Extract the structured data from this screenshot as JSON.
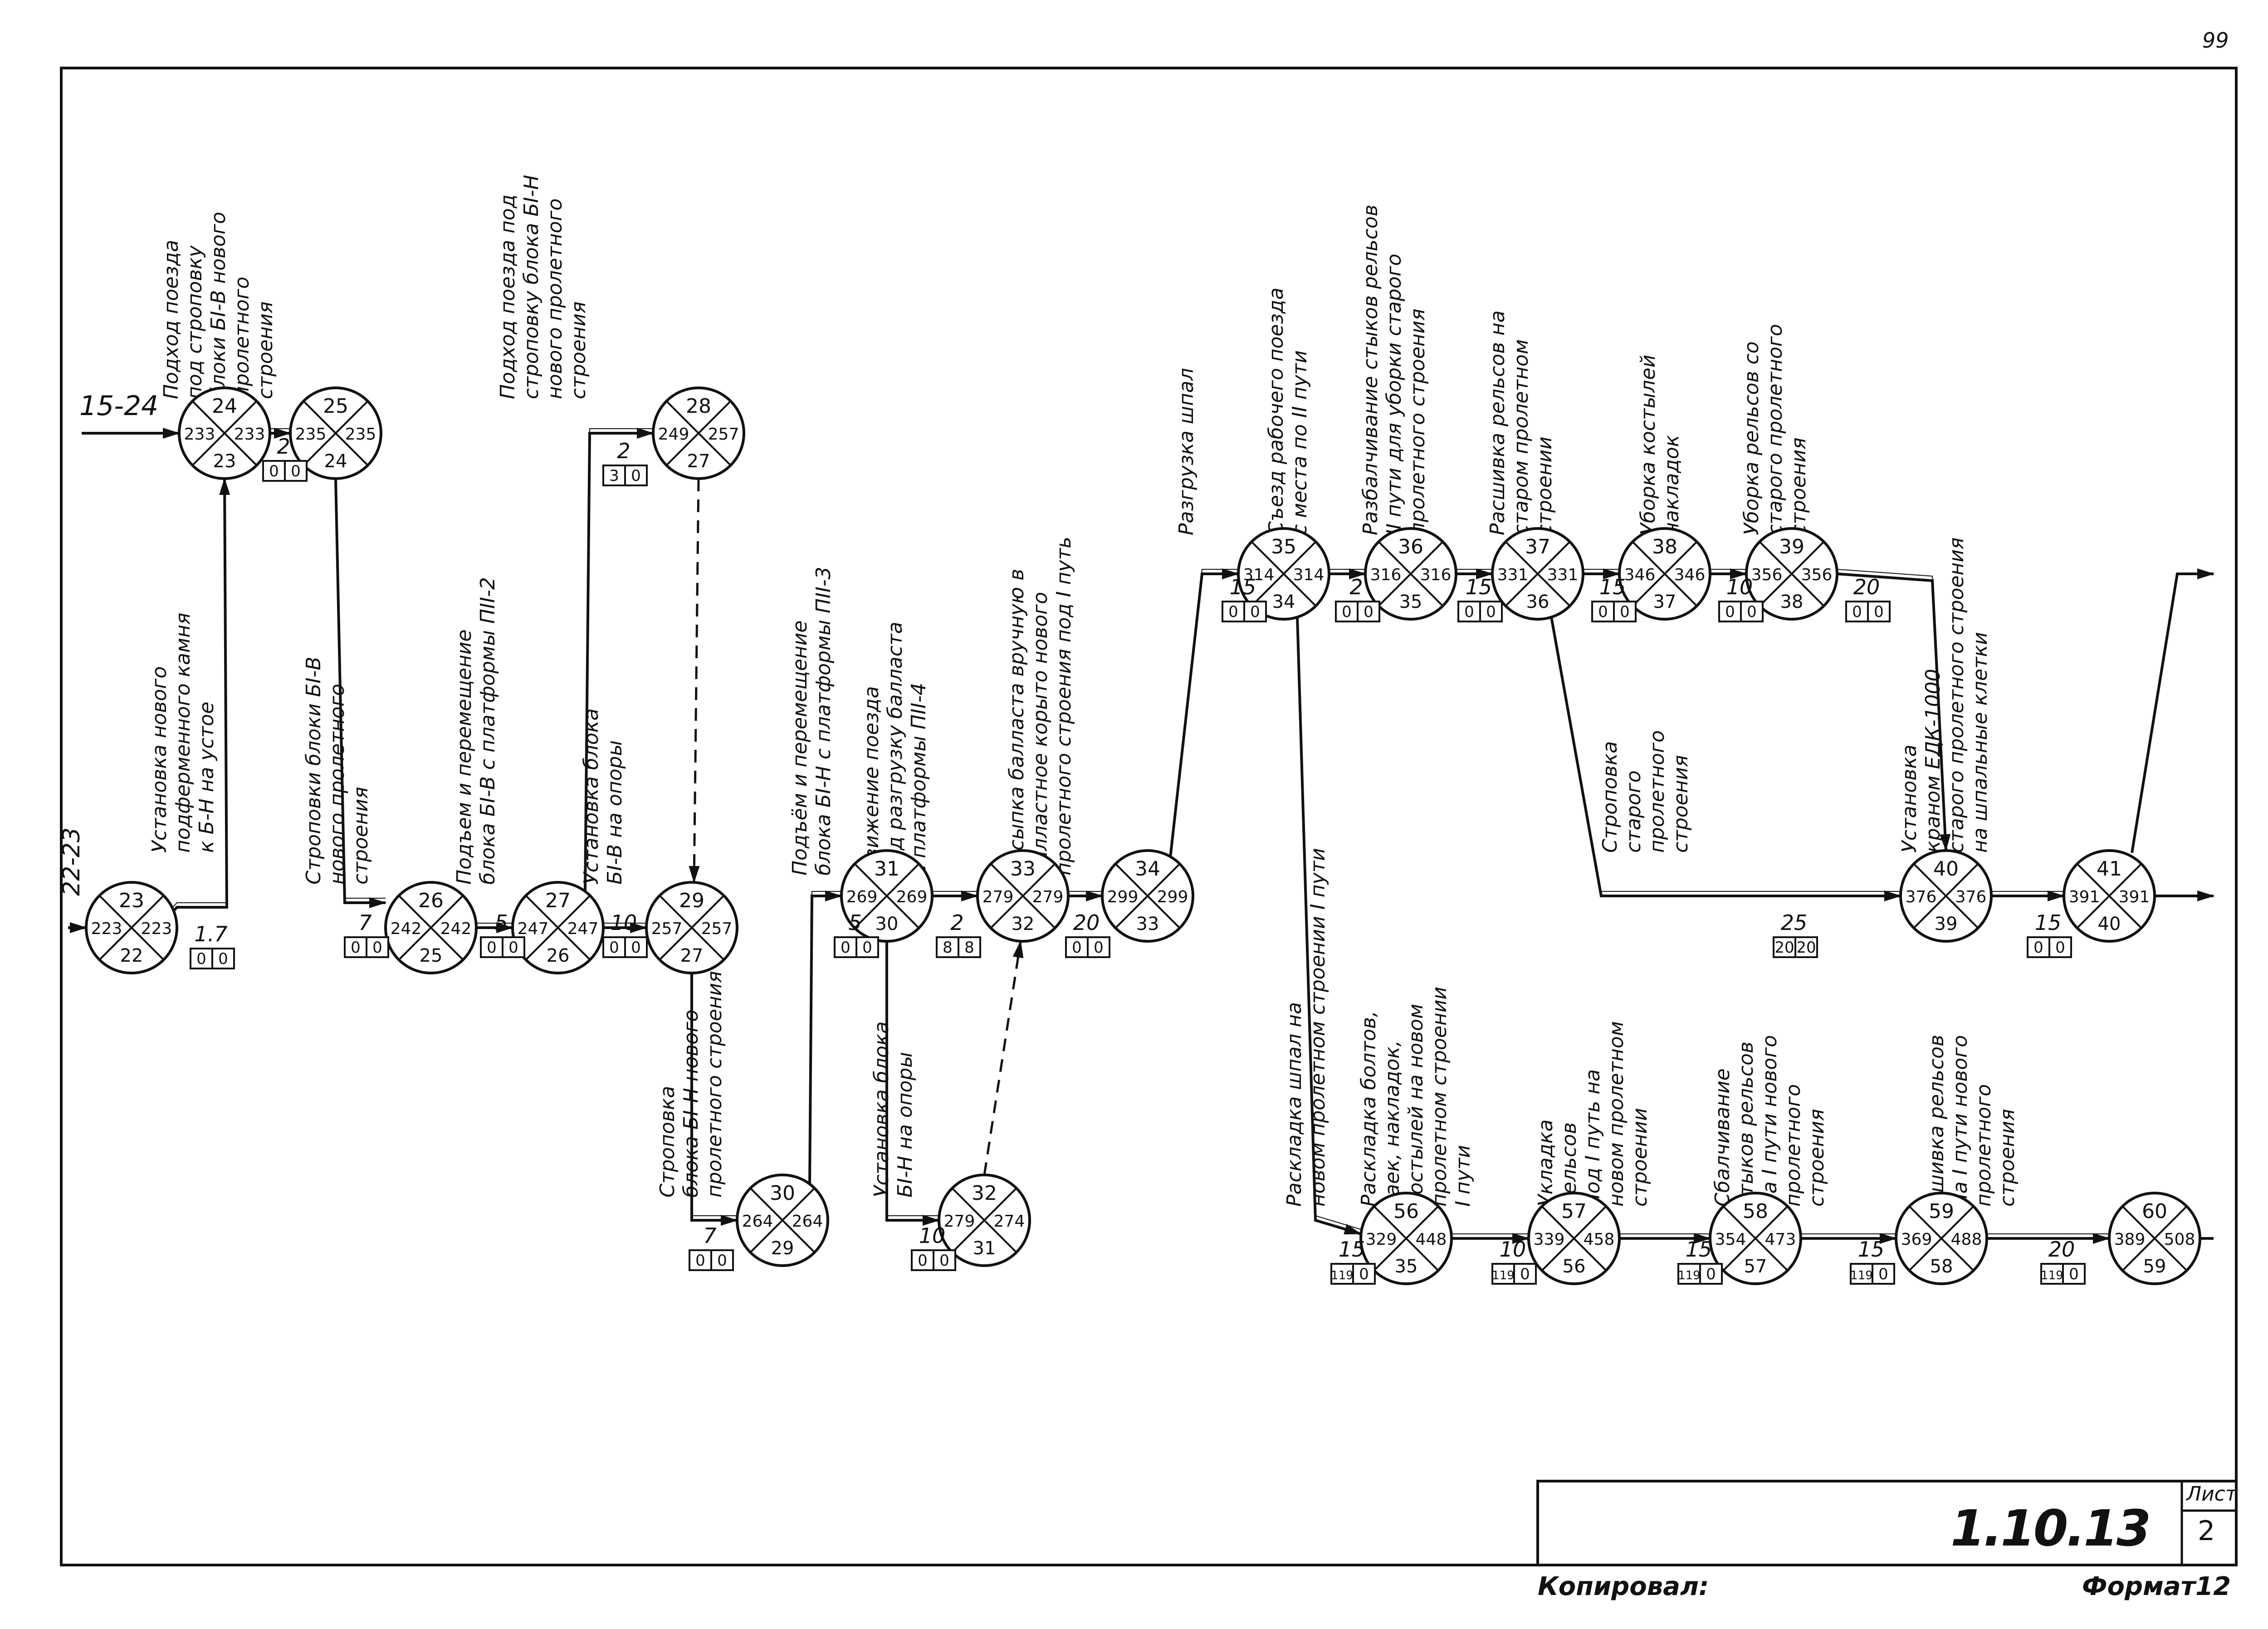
{
  "sheet": {
    "page_number": "99",
    "doc_code": "1.10.13",
    "sheet_label": "Лист",
    "sheet_number": "2",
    "copied_label": "Копировал:",
    "format_label": "Формат12"
  },
  "incoming": [
    {
      "id": "in-15-24",
      "label": "15-24"
    },
    {
      "id": "in-22-23",
      "label": "22-23"
    }
  ],
  "events": [
    {
      "id": "e23",
      "n": "23",
      "left": "223",
      "right": "223",
      "bottom": "22"
    },
    {
      "id": "e24",
      "n": "24",
      "left": "233",
      "right": "233",
      "bottom": "23"
    },
    {
      "id": "e25",
      "n": "25",
      "left": "235",
      "right": "235",
      "bottom": "24"
    },
    {
      "id": "e26",
      "n": "26",
      "left": "242",
      "right": "242",
      "bottom": "25"
    },
    {
      "id": "e27",
      "n": "27",
      "left": "247",
      "right": "247",
      "bottom": "26"
    },
    {
      "id": "e28",
      "n": "28",
      "left": "249",
      "right": "257",
      "bottom": "27"
    },
    {
      "id": "e29",
      "n": "29",
      "left": "257",
      "right": "257",
      "bottom": "27"
    },
    {
      "id": "e30",
      "n": "30",
      "left": "264",
      "right": "264",
      "bottom": "29"
    },
    {
      "id": "e31",
      "n": "31",
      "left": "269",
      "right": "269",
      "bottom": "30"
    },
    {
      "id": "e32",
      "n": "32",
      "left": "279",
      "right": "274",
      "bottom": "31"
    },
    {
      "id": "e33",
      "n": "33",
      "left": "279",
      "right": "279",
      "bottom": "32"
    },
    {
      "id": "e34",
      "n": "34",
      "left": "299",
      "right": "299",
      "bottom": "33"
    },
    {
      "id": "e35",
      "n": "35",
      "left": "314",
      "right": "314",
      "bottom": "34"
    },
    {
      "id": "e36",
      "n": "36",
      "left": "316",
      "right": "316",
      "bottom": "35"
    },
    {
      "id": "e37",
      "n": "37",
      "left": "331",
      "right": "331",
      "bottom": "36"
    },
    {
      "id": "e38",
      "n": "38",
      "left": "346",
      "right": "346",
      "bottom": "37"
    },
    {
      "id": "e39",
      "n": "39",
      "left": "356",
      "right": "356",
      "bottom": "38"
    },
    {
      "id": "e40",
      "n": "40",
      "left": "376",
      "right": "376",
      "bottom": "39"
    },
    {
      "id": "e41",
      "n": "41",
      "left": "391",
      "right": "391",
      "bottom": "40"
    },
    {
      "id": "e56",
      "n": "56",
      "left": "329",
      "right": "448",
      "bottom": "35"
    },
    {
      "id": "e57",
      "n": "57",
      "left": "339",
      "right": "458",
      "bottom": "56"
    },
    {
      "id": "e58",
      "n": "58",
      "left": "354",
      "right": "473",
      "bottom": "57"
    },
    {
      "id": "e59",
      "n": "59",
      "left": "369",
      "right": "488",
      "bottom": "58"
    },
    {
      "id": "e60",
      "n": "60",
      "left": "389",
      "right": "508",
      "bottom": "59"
    }
  ],
  "activities": [
    {
      "id": "a23-24",
      "from": "23",
      "to": "24",
      "duration": "1.7",
      "res": [
        "0",
        "0"
      ],
      "text": [
        "Установка нового",
        "подферменного камня",
        "к Б-Н на устое"
      ]
    },
    {
      "id": "a24-25",
      "from": "24",
      "to": "25",
      "duration": "2",
      "res": [
        "0",
        "0"
      ],
      "text": [
        "Подход поезда",
        "под строповку",
        "блоки БI-В нового",
        "пролетного",
        "строения"
      ]
    },
    {
      "id": "a25-26",
      "from": "25",
      "to": "26",
      "duration": "7",
      "res": [
        "0",
        "0"
      ],
      "text": [
        "Строповки блоки БI-В",
        "нового пролетного",
        "строения"
      ]
    },
    {
      "id": "a26-27",
      "from": "26",
      "to": "27",
      "duration": "5",
      "res": [
        "0",
        "0"
      ],
      "text": [
        "Подъем и перемещение",
        "блока БI-В с платформы ПII-2"
      ]
    },
    {
      "id": "a27-29",
      "from": "27",
      "to": "29",
      "duration": "10",
      "res": [
        "0",
        "0"
      ],
      "text": [
        "Установка блока",
        "БI-В на опоры"
      ]
    },
    {
      "id": "a27-28",
      "from": "27",
      "to": "28",
      "duration": "2",
      "res": [
        "3",
        "0"
      ],
      "text": [
        "Подход поезда под",
        "строповку блока БI-Н",
        "нового пролетного",
        "строения"
      ]
    },
    {
      "id": "a29-30",
      "from": "29",
      "to": "30",
      "duration": "7",
      "res": [
        "0",
        "0"
      ],
      "text": [
        "Строповка",
        "блока БI-Н нового",
        "пролетного строения"
      ]
    },
    {
      "id": "a30-31",
      "from": "30",
      "to": "31",
      "duration": "5",
      "res": [
        "0",
        "0"
      ],
      "text": [
        "Подъём и перемещение",
        "блока БI-Н с платформы ПII-3"
      ]
    },
    {
      "id": "a31-33",
      "from": "31",
      "to": "33",
      "duration": "2",
      "res": [
        "8",
        "8"
      ],
      "text": [
        "Движение поезда",
        "под разгрузку балласта",
        "с платформы ПII-4"
      ]
    },
    {
      "id": "a31-32",
      "from": "31",
      "to": "32",
      "duration": "10",
      "res": [
        "0",
        "0"
      ],
      "text": [
        "Установка блока",
        "БI-Н на опоры"
      ]
    },
    {
      "id": "a33-34",
      "from": "33",
      "to": "34",
      "duration": "20",
      "res": [
        "0",
        "0"
      ],
      "text": [
        "Засыпка балласта вручную в",
        "балластное корыто нового",
        "пролетного строения под I путь"
      ]
    },
    {
      "id": "a34-35",
      "from": "34",
      "to": "35",
      "duration": "15",
      "res": [
        "0",
        "0"
      ],
      "text": [
        "Разгрузка шпал"
      ]
    },
    {
      "id": "a35-36",
      "from": "35",
      "to": "36",
      "duration": "2",
      "res": [
        "0",
        "0"
      ],
      "text": [
        "Съезд рабочего поезда",
        "с места по II пути"
      ]
    },
    {
      "id": "a36-37",
      "from": "36",
      "to": "37",
      "duration": "15",
      "res": [
        "0",
        "0"
      ],
      "text": [
        "Разбалчивание стыков рельсов",
        "II пути для уборки старого",
        "пролетного строения"
      ]
    },
    {
      "id": "a37-38",
      "from": "37",
      "to": "38",
      "duration": "15",
      "res": [
        "0",
        "0"
      ],
      "text": [
        "Расшивка рельсов на",
        "старом пролетном",
        "строении"
      ]
    },
    {
      "id": "a38-39",
      "from": "38",
      "to": "39",
      "duration": "10",
      "res": [
        "0",
        "0"
      ],
      "text": [
        "Уборка костылей",
        "накладок"
      ]
    },
    {
      "id": "a39-40",
      "from": "39",
      "to": "40",
      "duration": "20",
      "res": [
        "0",
        "0"
      ],
      "text": [
        "Уборка рельсов со",
        "старого пролетного",
        "строения"
      ]
    },
    {
      "id": "a37-40",
      "from": "37",
      "to": "40",
      "duration": "25",
      "res": [
        "20",
        "20"
      ],
      "text": [
        "Строповка",
        "старого",
        "пролетного",
        "строения"
      ]
    },
    {
      "id": "a40-41",
      "from": "40",
      "to": "41",
      "duration": "15",
      "res": [
        "0",
        "0"
      ],
      "text": [
        "Установка",
        "краном ЕДК-1000",
        "старого пролетного строения",
        "на шпальные клетки"
      ]
    },
    {
      "id": "a35-56",
      "from": "35",
      "to": "56",
      "duration": "15",
      "res": [
        "119",
        "0"
      ],
      "text": [
        "Раскладка шпал на",
        "новом пролетном строении I пути"
      ]
    },
    {
      "id": "a56-57",
      "from": "56",
      "to": "57",
      "duration": "10",
      "res": [
        "119",
        "0"
      ],
      "text": [
        "Раскладка болтов,",
        "гаек, накладок,",
        "костылей на новом",
        "пролетном строении",
        "I пути"
      ]
    },
    {
      "id": "a57-58",
      "from": "57",
      "to": "58",
      "duration": "15",
      "res": [
        "119",
        "0"
      ],
      "text": [
        "Укладка",
        "рельсов",
        "под I путь на",
        "новом пролетном",
        "строении"
      ]
    },
    {
      "id": "a58-59",
      "from": "58",
      "to": "59",
      "duration": "15",
      "res": [
        "119",
        "0"
      ],
      "text": [
        "Сбалчивание",
        "стыков рельсов",
        "на I пути нового",
        "пролетного",
        "строения"
      ]
    },
    {
      "id": "a59-60",
      "from": "59",
      "to": "60",
      "duration": "20",
      "res": [
        "119",
        "0"
      ],
      "text": [
        "Сшивка рельсов",
        "на I пути нового",
        "пролетного",
        "строения"
      ]
    }
  ]
}
